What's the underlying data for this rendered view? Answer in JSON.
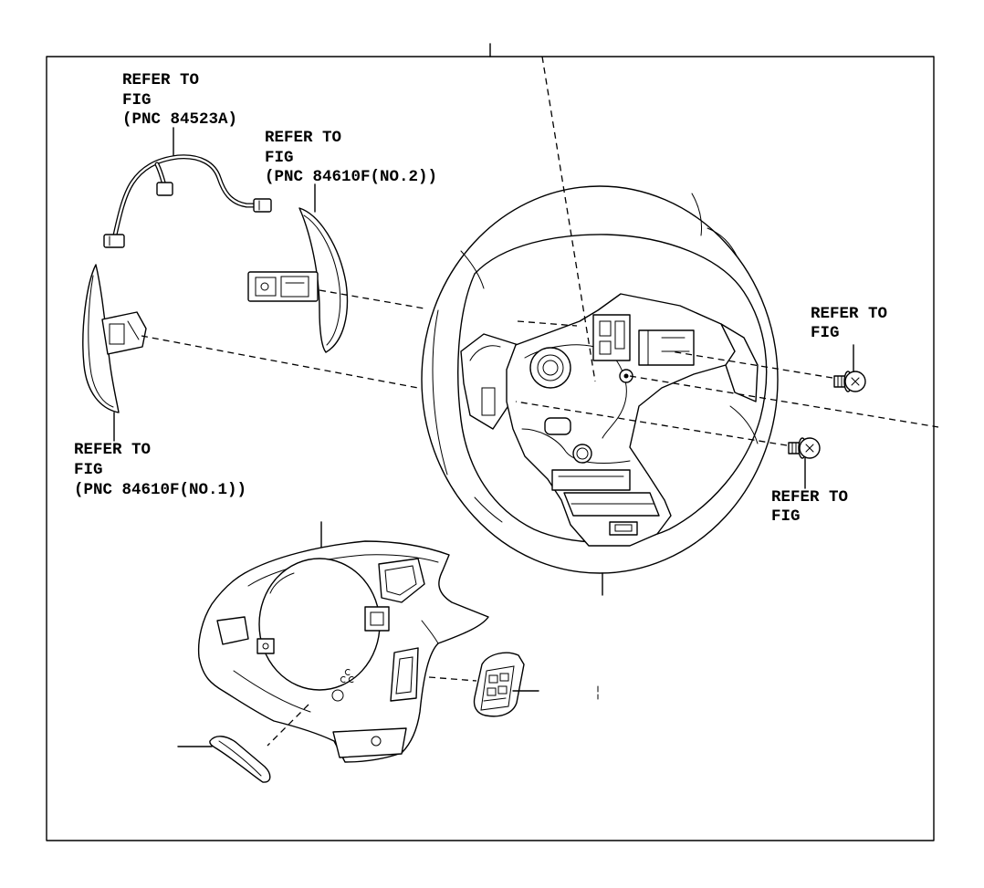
{
  "colors": {
    "ink": "#000000",
    "paper": "#ffffff"
  },
  "callouts": {
    "wire_harness": {
      "lines": [
        "REFER TO",
        "FIG",
        "(PNC 84523A)"
      ]
    },
    "paddle_no2": {
      "lines": [
        "REFER TO",
        "FIG",
        "(PNC 84610F(NO.2))"
      ]
    },
    "bolt_upper": {
      "lines": [
        "REFER TO",
        "FIG"
      ]
    },
    "paddle_no1": {
      "lines": [
        "REFER TO",
        "FIG",
        "(PNC 84610F(NO.1))"
      ]
    },
    "bolt_lower": {
      "lines": [
        "REFER TO",
        "FIG"
      ]
    }
  }
}
